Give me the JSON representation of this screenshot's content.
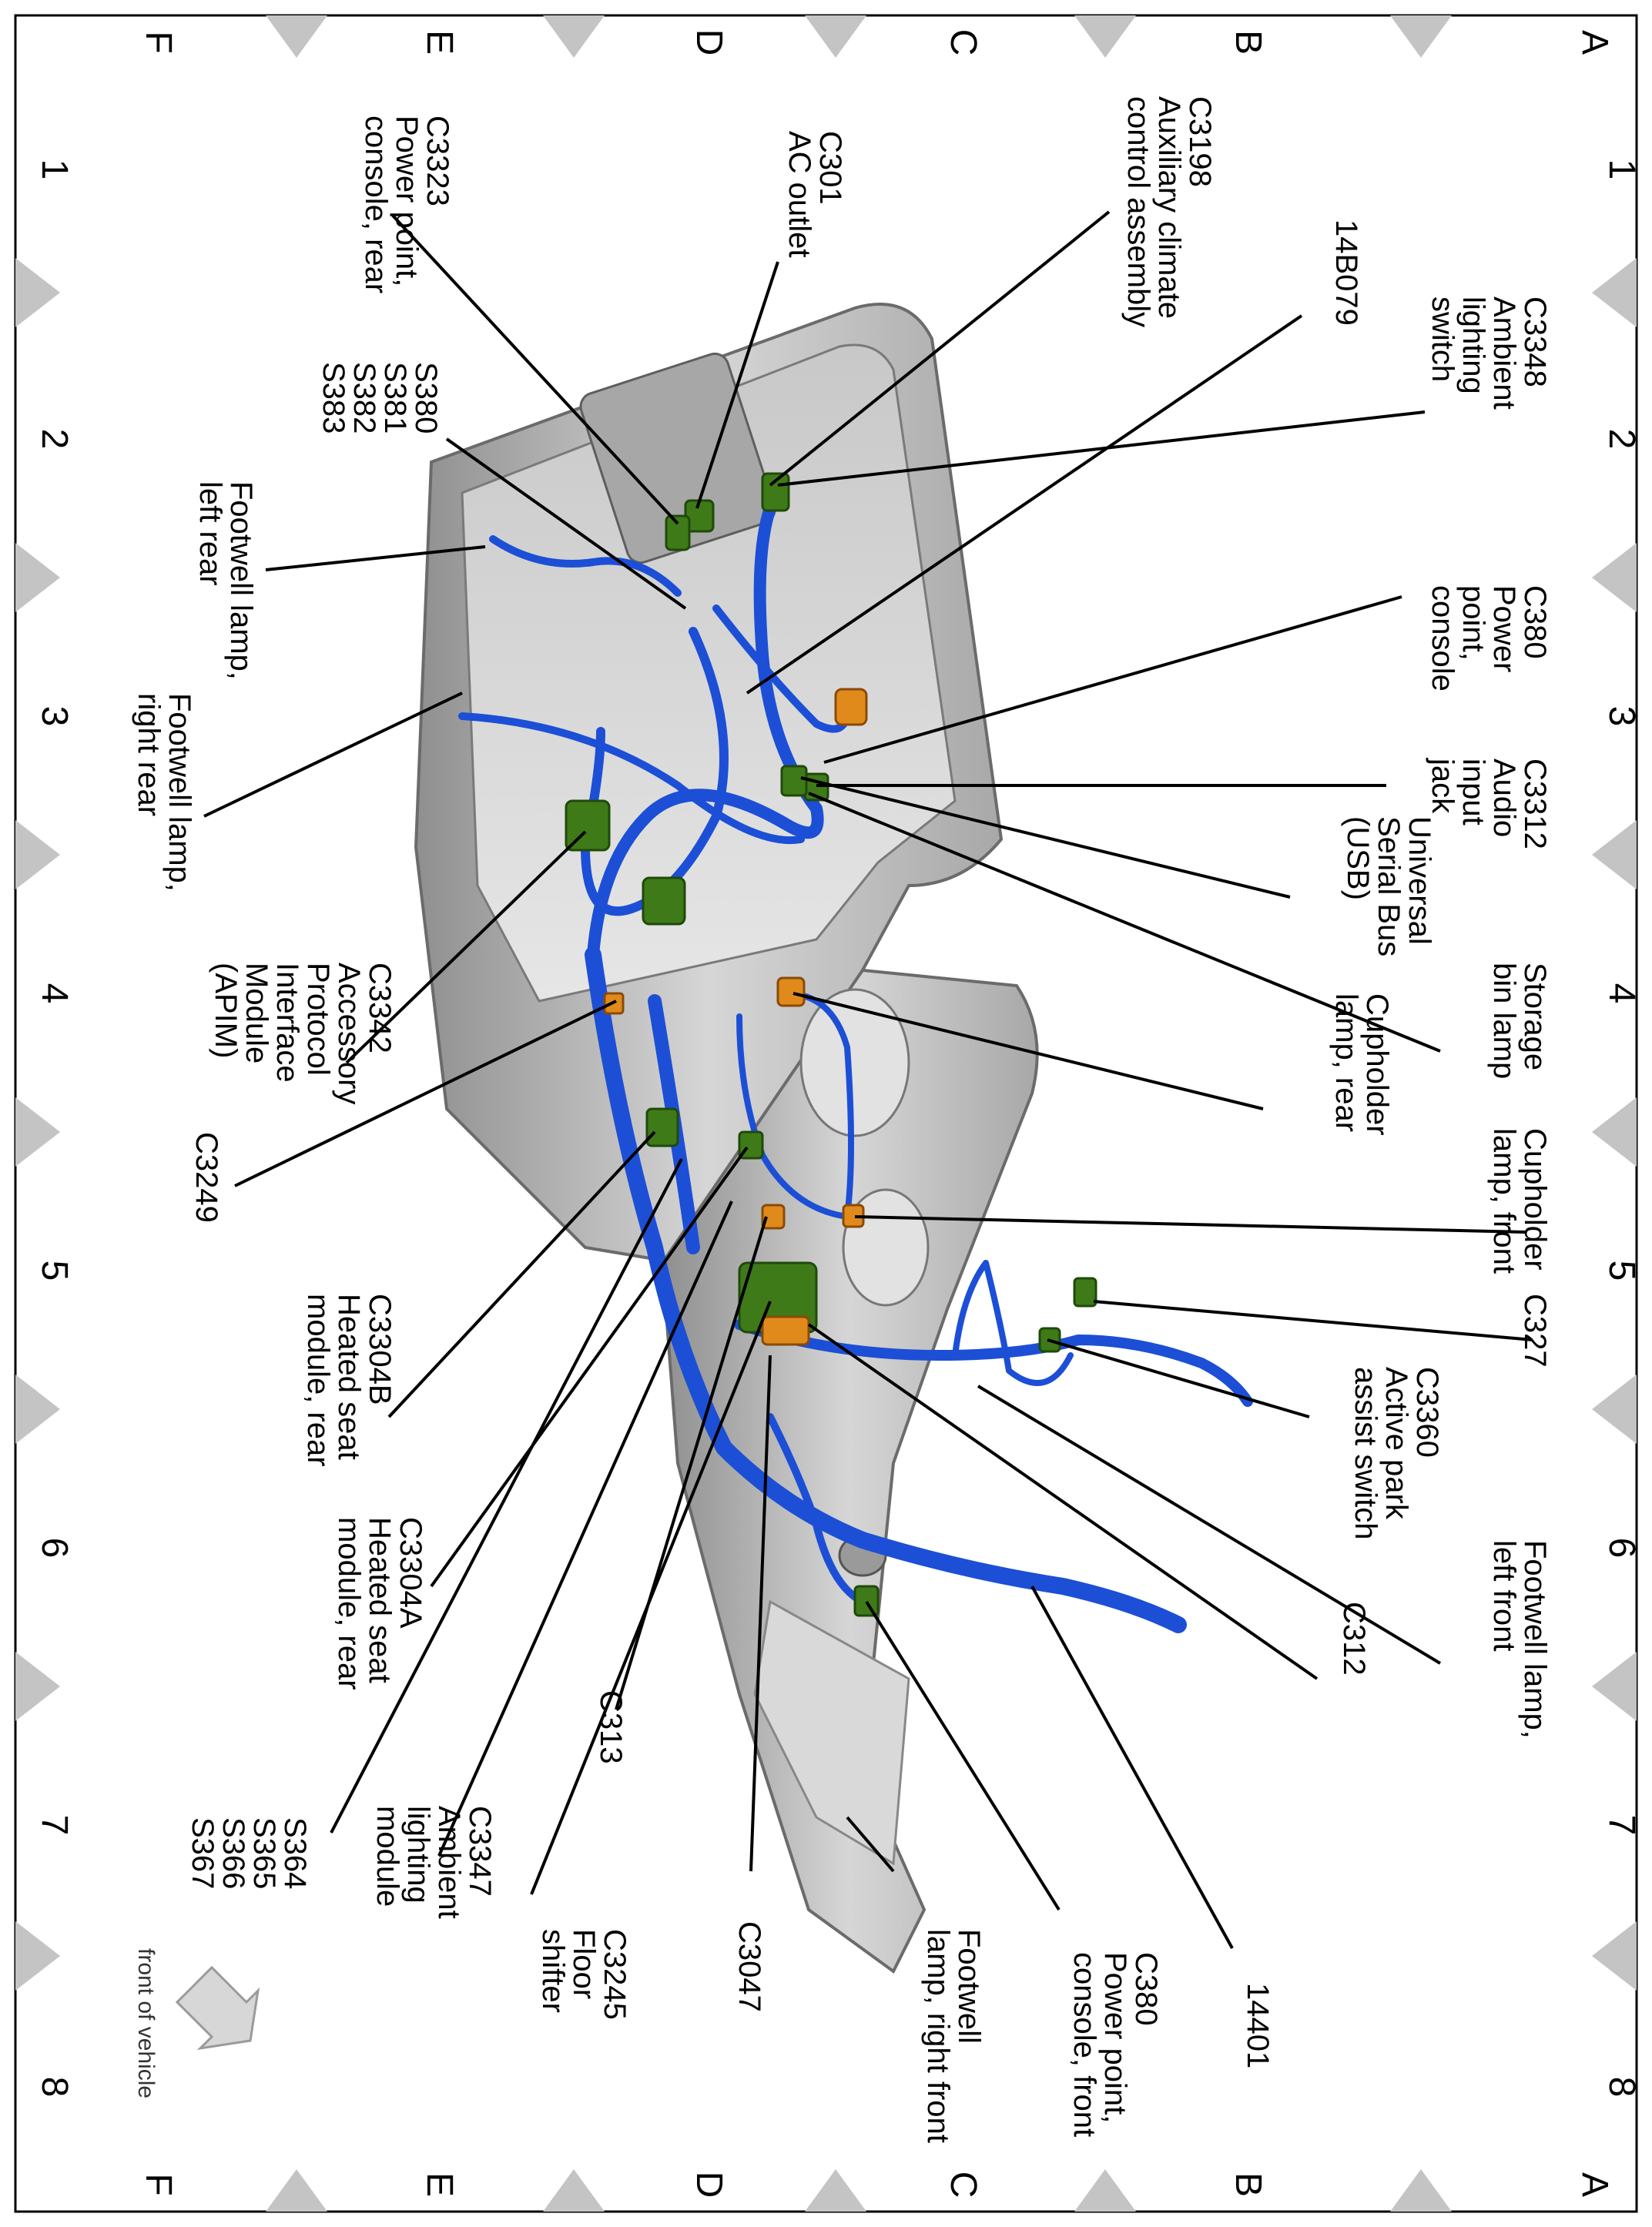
{
  "grid": {
    "rows": [
      "A",
      "B",
      "C",
      "D",
      "E",
      "F"
    ],
    "cols": [
      "1",
      "2",
      "3",
      "4",
      "5",
      "6",
      "7",
      "8"
    ]
  },
  "callouts": [
    {
      "id": "c3348",
      "lines": [
        "C3348",
        "Ambient",
        "lighting",
        "switch"
      ]
    },
    {
      "id": "c3198",
      "lines": [
        "C3198",
        "Auxiliary climate",
        "control assembly"
      ]
    },
    {
      "id": "c301",
      "lines": [
        "C301",
        "AC outlet"
      ]
    },
    {
      "id": "c3323",
      "lines": [
        "C3323",
        "Power point,",
        "console, rear"
      ]
    },
    {
      "id": "b14b079",
      "lines": [
        "14B079"
      ]
    },
    {
      "id": "s380-383",
      "lines": [
        "S380",
        "S381",
        "S382",
        "S383"
      ]
    },
    {
      "id": "fw-left-rear",
      "lines": [
        "Footwell lamp,",
        "left rear"
      ]
    },
    {
      "id": "c380-console",
      "lines": [
        "C380",
        "Power",
        "point,",
        "console"
      ]
    },
    {
      "id": "fw-right-rear",
      "lines": [
        "Footwell lamp,",
        "right rear"
      ]
    },
    {
      "id": "c3312",
      "lines": [
        "C3312",
        "Audio",
        "input",
        "jack"
      ]
    },
    {
      "id": "usb",
      "lines": [
        "Universal",
        "Serial Bus",
        "(USB)"
      ]
    },
    {
      "id": "c3342",
      "lines": [
        "C3342",
        "Accessory",
        "Protocol",
        "Interface",
        "Module",
        "(APIM)"
      ]
    },
    {
      "id": "storage",
      "lines": [
        "Storage",
        "bin lamp"
      ]
    },
    {
      "id": "cup-rear",
      "lines": [
        "Cupholder",
        "lamp, rear"
      ]
    },
    {
      "id": "c3249",
      "lines": [
        "C3249"
      ]
    },
    {
      "id": "cup-front",
      "lines": [
        "Cupholder",
        "lamp, front"
      ]
    },
    {
      "id": "c3304b",
      "lines": [
        "C3304B",
        "Heated seat",
        "module, rear"
      ]
    },
    {
      "id": "c327",
      "lines": [
        "C327"
      ]
    },
    {
      "id": "c3360",
      "lines": [
        "C3360",
        "Active park",
        "assist switch"
      ]
    },
    {
      "id": "c3304a",
      "lines": [
        "C3304A",
        "Heated seat",
        "module, rear"
      ]
    },
    {
      "id": "fw-left-front",
      "lines": [
        "Footwell lamp,",
        "left front"
      ]
    },
    {
      "id": "c312",
      "lines": [
        "C312"
      ]
    },
    {
      "id": "c313",
      "lines": [
        "C313"
      ]
    },
    {
      "id": "c3347",
      "lines": [
        "C3347",
        "Ambient",
        "lighting",
        "module"
      ]
    },
    {
      "id": "s364-367",
      "lines": [
        "S364",
        "S365",
        "S366",
        "S367"
      ]
    },
    {
      "id": "c3245",
      "lines": [
        "C3245",
        "Floor",
        "shifter"
      ]
    },
    {
      "id": "c3047",
      "lines": [
        "C3047"
      ]
    },
    {
      "id": "fw-right-front",
      "lines": [
        "Footwell",
        "lamp, right front"
      ]
    },
    {
      "id": "c380-front",
      "lines": [
        "C380",
        "Power point,",
        "console, front"
      ]
    },
    {
      "id": "n14401",
      "lines": [
        "14401"
      ]
    }
  ],
  "front_of_vehicle": "front of vehicle",
  "colors": {
    "harness": "#1c4fd6",
    "connector_green": "#3f7a18",
    "connector_orange": "#e08a1c",
    "console_gray": "#b9b9b9",
    "border_triangles": "#c4c4c4"
  }
}
